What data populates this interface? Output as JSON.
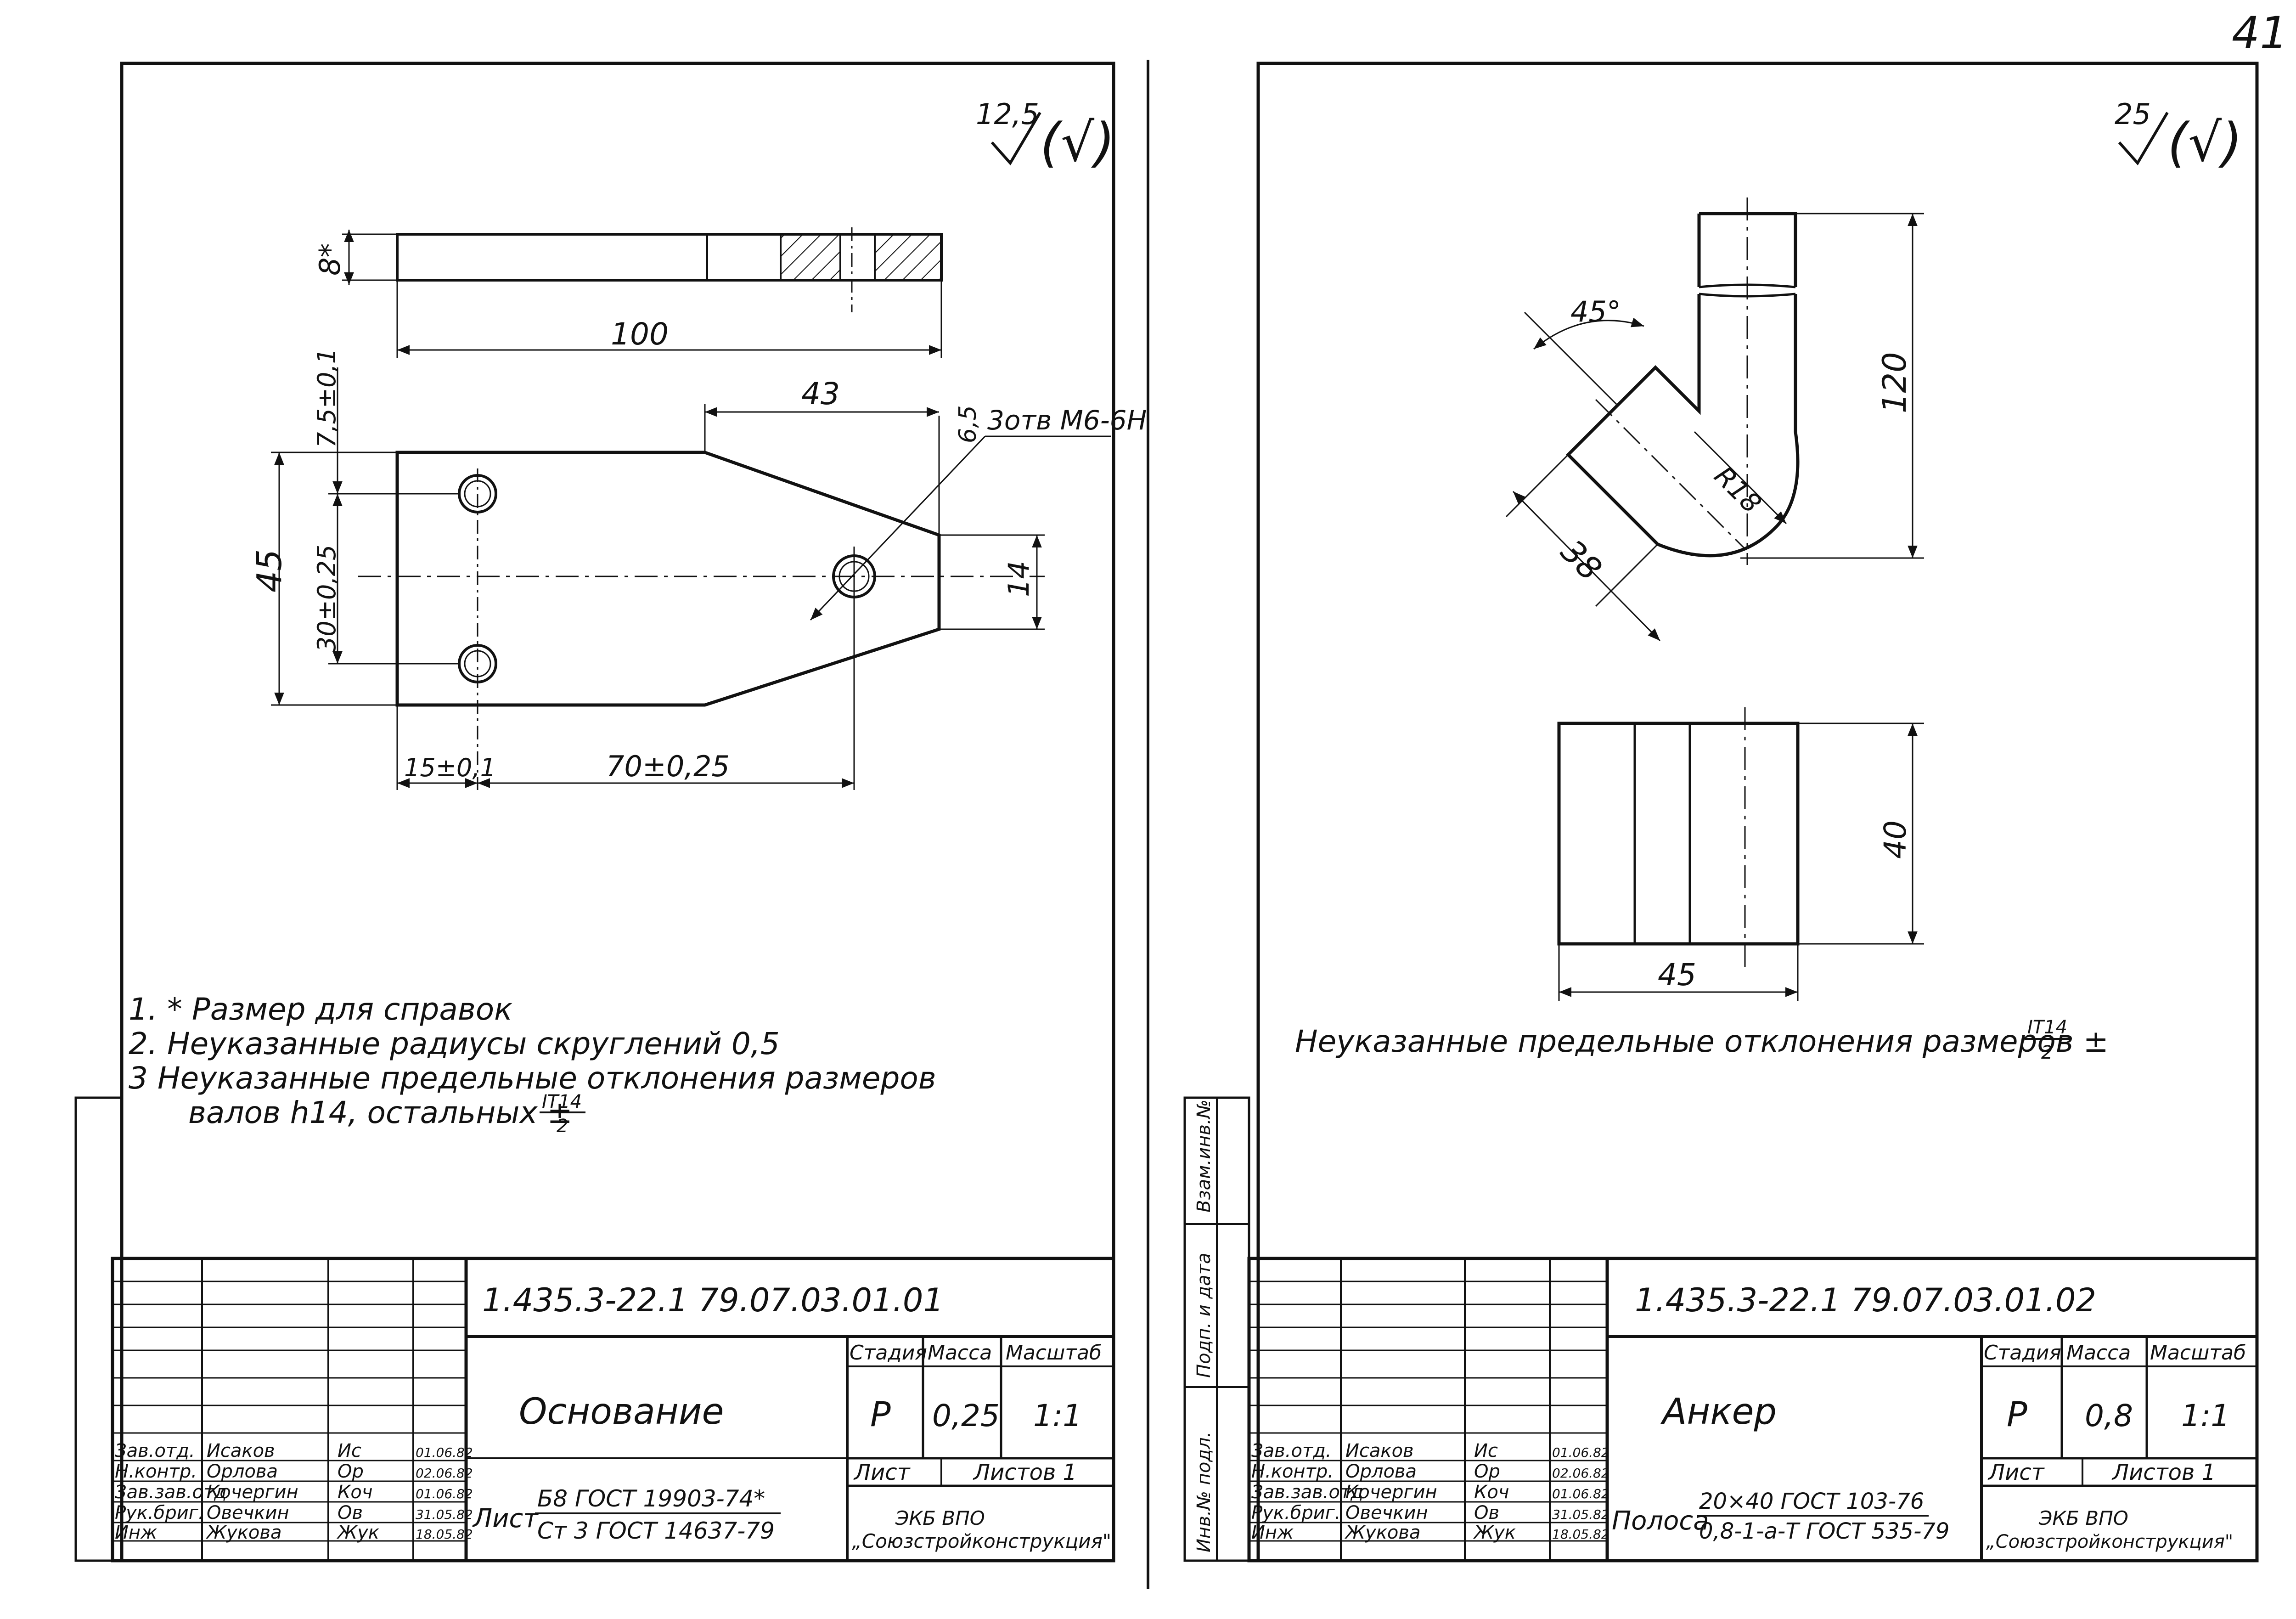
{
  "page_number": "41",
  "left_sheet": {
    "roughness": {
      "value": "12,5",
      "tail": "(√)"
    },
    "dimensions": {
      "thickness": "8*",
      "length": "100",
      "offset_top": "7,5±0,1",
      "hole_pitch": "30±0,25",
      "width": "45",
      "taper_start": "43",
      "chamfer": "6,5",
      "hole_spec": "3отв М6-6Н",
      "end_width": "14",
      "hole_offset": "15±0,1",
      "hole_distance": "70±0,25"
    },
    "notes": [
      "1. * Размер для справок",
      "2. Неуказанные радиусы скруглений 0,5",
      "3  Неуказанные предельные отклонения размеров",
      "валов h14, остальных ±"
    ],
    "note_fraction": {
      "num": "IT14",
      "den": "2"
    },
    "title_block": {
      "designation": "1.435.3-22.1  79.07.03.01.01",
      "part_name": "Основание",
      "headers": {
        "stage": "Стадия",
        "mass": "Масса",
        "scale": "Масштаб"
      },
      "stage": "Р",
      "mass": "0,25",
      "scale": "1:1",
      "sheet_label": "Лист",
      "sheets_label": "Листов 1",
      "material_prefix": "Лист",
      "material_top": "Б8 ГОСТ 19903-74*",
      "material_bottom": "Ст 3 ГОСТ 14637-79",
      "org_line1": "ЭКБ ВПО",
      "org_line2": "„Союзстройконструкция\"",
      "signatures": [
        {
          "role": "Зав.отд.",
          "name": "Исаков",
          "sign": "Ис",
          "date": "01.06.82"
        },
        {
          "role": "Н.контр.",
          "name": "Орлова",
          "sign": "Ор",
          "date": "02.06.82"
        },
        {
          "role": "Зав.зав.отд",
          "name": "Кочергин",
          "sign": "Коч",
          "date": "01.06.82"
        },
        {
          "role": "Рук.бриг.",
          "name": "Овечкин",
          "sign": "Ов",
          "date": "31.05.82"
        },
        {
          "role": "Инж",
          "name": "Жукова",
          "sign": "Жук",
          "date": "18.05.82"
        }
      ]
    }
  },
  "right_sheet": {
    "roughness": {
      "value": "25",
      "tail": "(√)"
    },
    "dimensions": {
      "angle": "45°",
      "radius": "R18",
      "length": "38",
      "height": "120",
      "bottom_height": "40",
      "bottom_width": "45"
    },
    "note": "Неуказанные предельные отклонения размеров ±",
    "note_fraction": {
      "num": "IT14",
      "den": "2"
    },
    "side_labels": [
      "Взам.инв.№",
      "Подп. и дата",
      "Инв.№ подл."
    ],
    "title_block": {
      "designation": "1.435.3-22.1  79.07.03.01.02",
      "part_name": "Анкер",
      "headers": {
        "stage": "Стадия",
        "mass": "Масса",
        "scale": "Масштаб"
      },
      "stage": "Р",
      "mass": "0,8",
      "scale": "1:1",
      "sheet_label": "Лист",
      "sheets_label": "Листов 1",
      "material_prefix": "Полоса",
      "material_top": "20×40 ГОСТ 103-76",
      "material_bottom": "0,8-1-а-Т ГОСТ 535-79",
      "org_line1": "ЭКБ ВПО",
      "org_line2": "„Союзстройконструкция\"",
      "signatures": [
        {
          "role": "Зав.отд.",
          "name": "Исаков",
          "sign": "Ис",
          "date": "01.06.82"
        },
        {
          "role": "Н.контр.",
          "name": "Орлова",
          "sign": "Ор",
          "date": "02.06.82"
        },
        {
          "role": "Зав.зав.отд",
          "name": "Кочергин",
          "sign": "Коч",
          "date": "01.06.82"
        },
        {
          "role": "Рук.бриг.",
          "name": "Овечкин",
          "sign": "Ов",
          "date": "31.05.82"
        },
        {
          "role": "Инж",
          "name": "Жукова",
          "sign": "Жук",
          "date": "18.05.82"
        }
      ]
    }
  }
}
